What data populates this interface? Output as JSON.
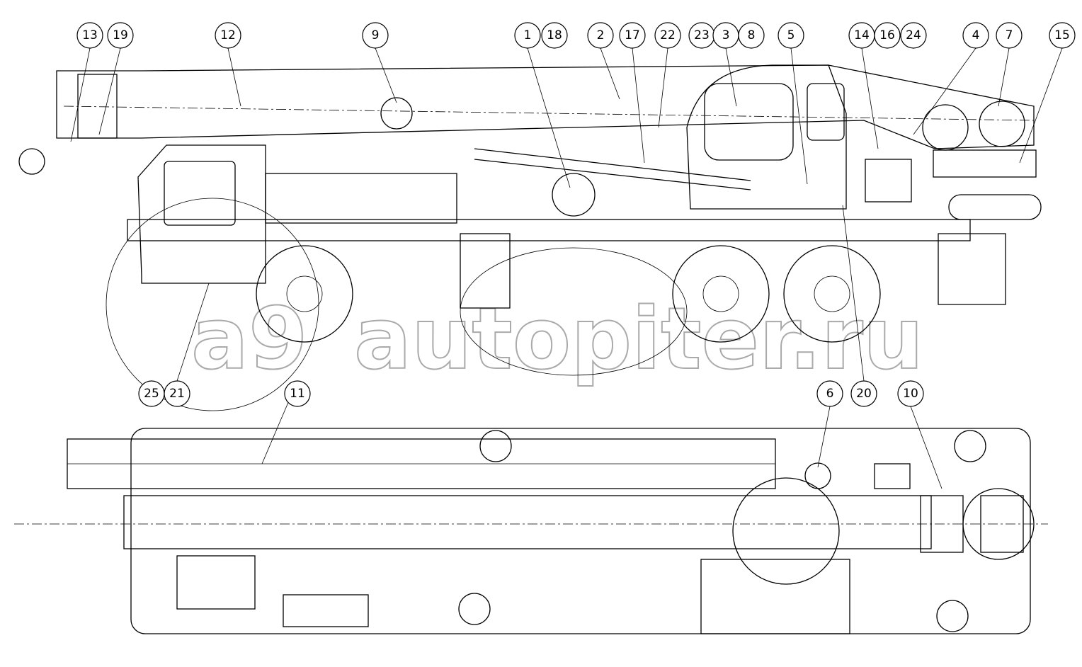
{
  "diagram": {
    "title": "Truck crane general arrangement",
    "watermark": "autopiter.ru",
    "watermark_logo": "a9",
    "callouts_top": [
      "13",
      "19",
      "12",
      "9",
      "1",
      "18",
      "2",
      "17",
      "22",
      "23",
      "3",
      "8",
      "5",
      "14",
      "16",
      "24",
      "4",
      "7",
      "15"
    ],
    "callouts_bottom": [
      "25",
      "21",
      "11",
      "6",
      "20",
      "10"
    ]
  }
}
